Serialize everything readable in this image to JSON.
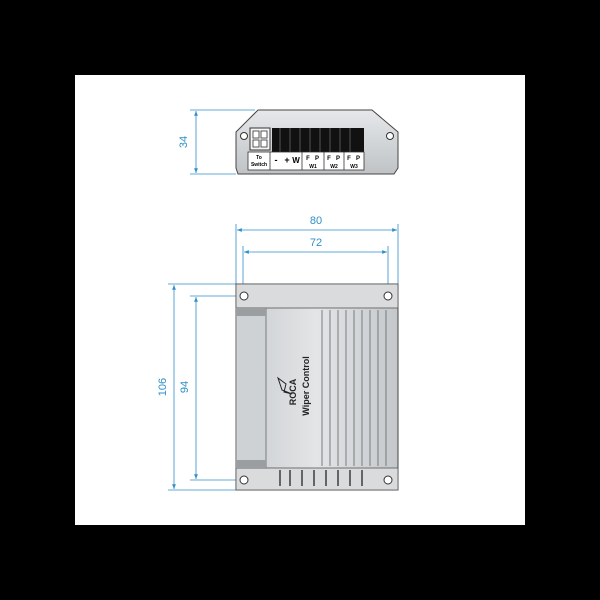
{
  "colors": {
    "background": "#000000",
    "panel": "#ffffff",
    "dimension": "#2f8fc9",
    "housing": "#d6d8da",
    "housing_dark": "#8f9396",
    "terminal_block": "#111111",
    "outline": "#444444"
  },
  "dimensions": {
    "height_side": "34",
    "overall_width": "80",
    "hole_spacing_width": "72",
    "overall_height": "106",
    "hole_spacing_height": "94"
  },
  "connector_labels": {
    "to_switch_line1": "To",
    "to_switch_line2": "Switch",
    "minus": "-",
    "plus": "+",
    "w": "W",
    "f1": "F",
    "p1": "P",
    "w1": "W1",
    "f2": "F",
    "p2": "P",
    "w2": "W2",
    "f3": "F",
    "p3": "P",
    "w3": "W3"
  },
  "product": {
    "brand": "ROCA",
    "name": "Wiper Control"
  }
}
